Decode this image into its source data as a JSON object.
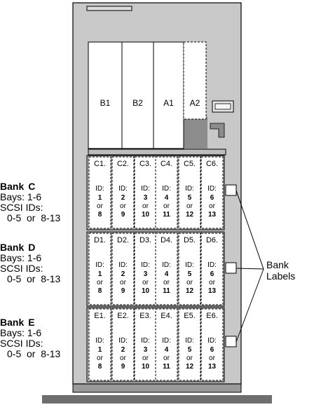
{
  "top_bays": [
    "B1",
    "B2",
    "A1",
    "A2"
  ],
  "banks": [
    {
      "name_word": "Bank",
      "letter": "C",
      "bays": "Bays: 1-6",
      "scsi_label": "SCSI IDs:",
      "scsi_range": "0-5  or  8-13",
      "slots": [
        {
          "label": "C1.",
          "id_label": "ID:",
          "a": "1",
          "or": "or",
          "b": "8"
        },
        {
          "label": "C2.",
          "id_label": "ID:",
          "a": "2",
          "or": "or",
          "b": "9"
        },
        {
          "label": "C3.",
          "id_label": "ID:",
          "a": "3",
          "or": "or",
          "b": "10"
        },
        {
          "label": "C4.",
          "id_label": "ID:",
          "a": "4",
          "or": "or",
          "b": "11"
        },
        {
          "label": "C5.",
          "id_label": "ID:",
          "a": "5",
          "or": "or",
          "b": "12"
        },
        {
          "label": "C6.",
          "id_label": "ID:",
          "a": "6",
          "or": "or",
          "b": "13"
        }
      ]
    },
    {
      "name_word": "Bank",
      "letter": "D",
      "bays": "Bays: 1-6",
      "scsi_label": "SCSI IDs:",
      "scsi_range": "0-5  or  8-13",
      "slots": [
        {
          "label": "D1.",
          "id_label": "ID:",
          "a": "1",
          "or": "or",
          "b": "8"
        },
        {
          "label": "D2.",
          "id_label": "ID:",
          "a": "2",
          "or": "or",
          "b": "9"
        },
        {
          "label": "D3.",
          "id_label": "ID:",
          "a": "3",
          "or": "or",
          "b": "10"
        },
        {
          "label": "D4.",
          "id_label": "ID:",
          "a": "4",
          "or": "or",
          "b": "11"
        },
        {
          "label": "D5.",
          "id_label": "ID:",
          "a": "5",
          "or": "or",
          "b": "12"
        },
        {
          "label": "D6.",
          "id_label": "ID:",
          "a": "6",
          "or": "or",
          "b": "13"
        }
      ]
    },
    {
      "name_word": "Bank",
      "letter": "E",
      "bays": "Bays: 1-6",
      "scsi_label": "SCSI IDs:",
      "scsi_range": "0-5  or  8-13",
      "slots": [
        {
          "label": "E1.",
          "id_label": "ID:",
          "a": "1",
          "or": "or",
          "b": "8"
        },
        {
          "label": "E2.",
          "id_label": "ID:",
          "a": "2",
          "or": "or",
          "b": "9"
        },
        {
          "label": "E3.",
          "id_label": "ID:",
          "a": "3",
          "or": "or",
          "b": "10"
        },
        {
          "label": "E4.",
          "id_label": "ID:",
          "a": "4",
          "or": "or",
          "b": "11"
        },
        {
          "label": "E5.",
          "id_label": "ID:",
          "a": "5",
          "or": "or",
          "b": "12"
        },
        {
          "label": "E6.",
          "id_label": "ID:",
          "a": "6",
          "or": "or",
          "b": "13"
        }
      ]
    }
  ],
  "callout": {
    "line1": "Bank",
    "line2": "Labels"
  },
  "colors": {
    "chassis": "#c8c8c8",
    "shade": "#8c8c8c",
    "base": "#6e6e6e",
    "line": "#000000",
    "bay": "#ffffff"
  }
}
